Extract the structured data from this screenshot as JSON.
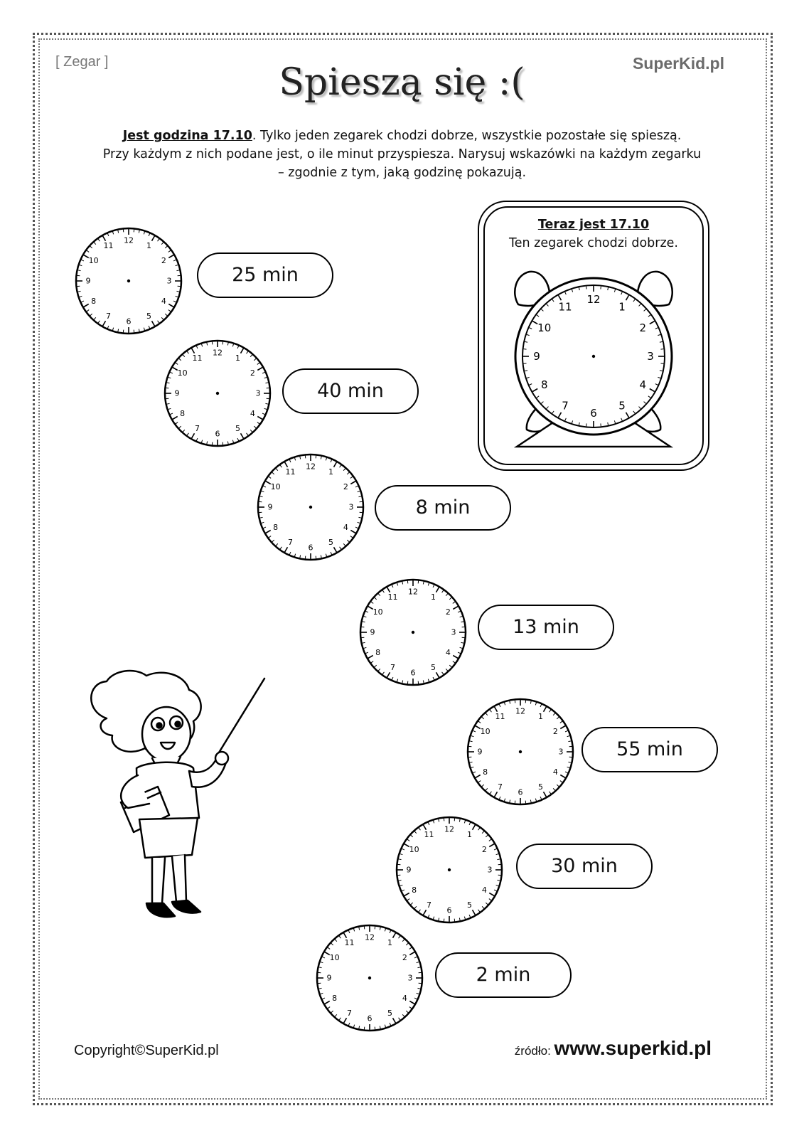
{
  "header": {
    "category": "[ Zegar ]",
    "brand": "SuperKid.pl",
    "title": "Spieszą się :("
  },
  "instructions": {
    "lead_underlined": "Jest godzina 17.10",
    "line1_rest": ". Tylko jeden zegarek chodzi dobrze, wszystkie pozostałe się spieszą.",
    "line2": "Przy każdym z nich podane jest, o ile minut przyspiesza. Narysuj wskazówki na każdym zegarku",
    "line3": "– zgodnie z tym, jaką godzinę pokazują."
  },
  "callout": {
    "title": "Teraz jest 17.10",
    "title_dot": ".",
    "subtitle": "Ten zegarek chodzi dobrze."
  },
  "clock_numbers": [
    "12",
    "1",
    "2",
    "3",
    "4",
    "5",
    "6",
    "7",
    "8",
    "9",
    "10",
    "11"
  ],
  "clocks": [
    {
      "label": "25 min"
    },
    {
      "label": "40 min"
    },
    {
      "label": "8 min"
    },
    {
      "label": "13 min"
    },
    {
      "label": "55 min"
    },
    {
      "label": "30 min"
    },
    {
      "label": "2 min"
    }
  ],
  "footer": {
    "copyright": "Copyright©SuperKid.pl",
    "source_label": "źródło: ",
    "source_url": "www.superkid.pl"
  }
}
